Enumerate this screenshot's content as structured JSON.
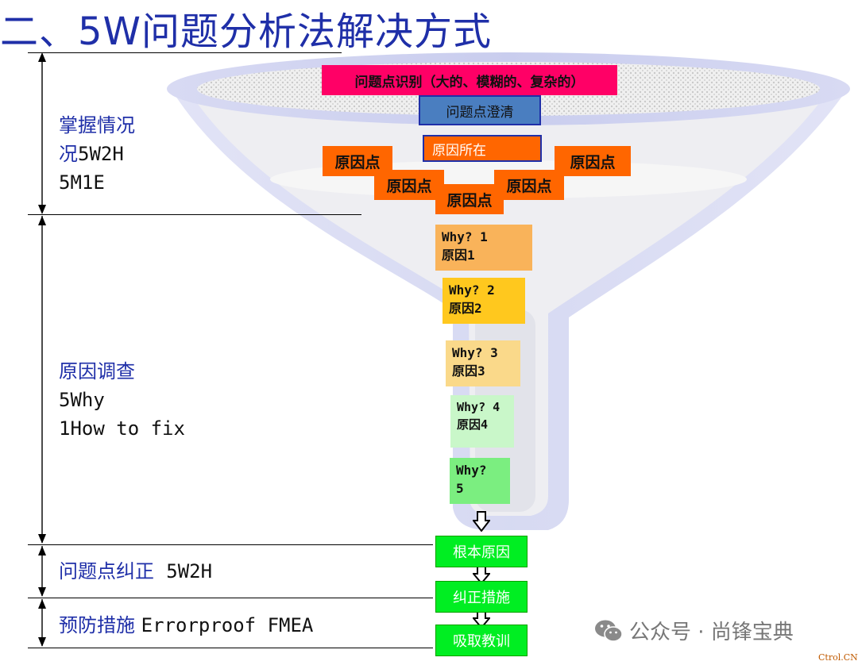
{
  "title": "二、5W问题分析法解决方式",
  "sections": {
    "situation": {
      "line1": "掌握情况",
      "line2a": "况",
      "line2b": "5W2H",
      "line3": "5M1E"
    },
    "investigation": {
      "line1": "原因调查",
      "line2": "5Why",
      "line3": "1How to fix"
    },
    "correction": {
      "cn": "问题点纠正",
      "en": "5W2H"
    },
    "prevention": {
      "cn": "预防措施",
      "en": "Errorproof FMEA"
    }
  },
  "funnel": {
    "identify": "问题点识别（大的、模糊的、复杂的）",
    "clarify": "问题点澄清",
    "cause_location": "原因所在",
    "cause_point": "原因点",
    "whys": [
      {
        "q": "Why? 1",
        "a": "原因1"
      },
      {
        "q": "Why? 2",
        "a": "原因2"
      },
      {
        "q": "Why? 3",
        "a": "原因3"
      },
      {
        "q": "Why? 4",
        "a": "原因4"
      },
      {
        "q": "Why?",
        "a": "5"
      }
    ],
    "root_cause": "根本原因",
    "corrective": "纠正措施",
    "lessons": "吸取教训"
  },
  "watermark": "公众号 · 尚锋宝典",
  "credit": "Ctrol.CN",
  "colors": {
    "title": "#1f2fa8",
    "identify": "#ff0066",
    "clarify": "#4a7ec0",
    "cause": "#ff6600",
    "why1": "#f9b35a",
    "why2": "#ffc81e",
    "why3": "#fad98a",
    "why4": "#c9f7c9",
    "why5": "#7bee80",
    "action": "#00ee22"
  },
  "icons": {
    "flow_arrow": "down-arrow-icon",
    "watermark_icon": "wechat-icon"
  }
}
